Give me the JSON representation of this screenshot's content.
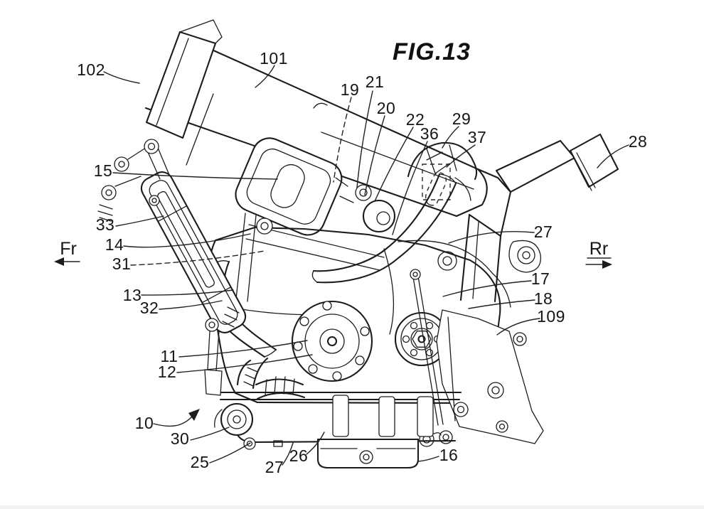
{
  "figure": {
    "title": "FIG.13"
  },
  "orientation": {
    "front_label": "Fr",
    "rear_label": "Rr"
  },
  "labels": {
    "n102": "102",
    "n101": "101",
    "n19": "19",
    "n21": "21",
    "n20": "20",
    "n22": "22",
    "n36": "36",
    "n29": "29",
    "n37": "37",
    "n28": "28",
    "n15": "15",
    "n33": "33",
    "n14": "14",
    "n31": "31",
    "n13": "13",
    "n32": "32",
    "n27_rear_frame": "27",
    "n17": "17",
    "n18": "18",
    "n109": "109",
    "n11": "11",
    "n12": "12",
    "n10": "10",
    "n30": "30",
    "n25": "25",
    "n27_drain": "27",
    "n26": "26",
    "n16": "16"
  }
}
